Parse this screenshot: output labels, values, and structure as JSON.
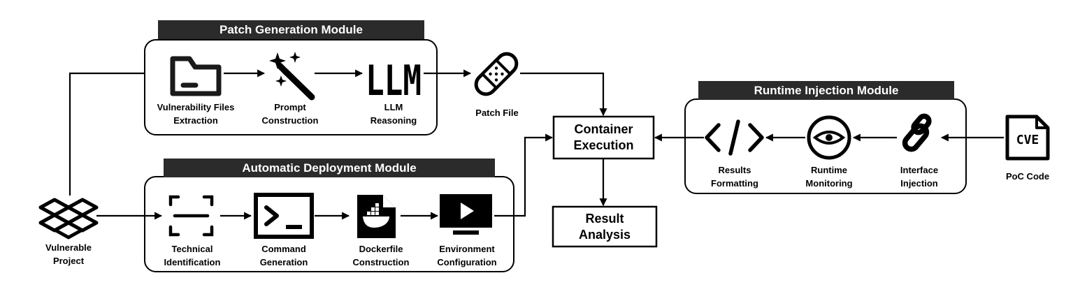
{
  "modules": {
    "patch": {
      "title": "Patch Generation Module"
    },
    "deploy": {
      "title": "Automatic Deployment Module"
    },
    "runtime": {
      "title": "Runtime Injection Module"
    }
  },
  "steps": {
    "vuln_files": "Vulnerability Files\nExtraction",
    "prompt": "Prompt\nConstruction",
    "llm": "LLM\nReasoning",
    "llm_glyph": "LLM",
    "patch_file": "Patch File",
    "technical": "Technical\nIdentification",
    "command": "Command\nGeneration",
    "dockerfile": "Dockerfile\nConstruction",
    "environment": "Environment\nConfiguration",
    "results_fmt": "Results\nFormatting",
    "monitoring": "Runtime\nMonitoring",
    "injection": "Interface\nInjection",
    "poc": "PoC Code",
    "poc_glyph": "CVE",
    "vulnerable": "Vulnerable\nProject"
  },
  "boxes": {
    "container": "Container\nExecution",
    "result": "Result\nAnalysis"
  },
  "icons": {
    "vuln_files": "folder-icon",
    "prompt": "magic-wand-icon",
    "llm": "llm-icon",
    "patch_file": "bandage-icon",
    "technical": "scan-frame-icon",
    "command": "terminal-icon",
    "dockerfile": "docker-file-icon",
    "environment": "monitor-play-icon",
    "results_fmt": "code-brackets-icon",
    "monitoring": "eye-icon",
    "injection": "link-icon",
    "poc": "cve-file-icon",
    "vulnerable": "dropbox-icon"
  },
  "colors": {
    "title_bar": "#2b2b2b",
    "stroke": "#000000"
  }
}
